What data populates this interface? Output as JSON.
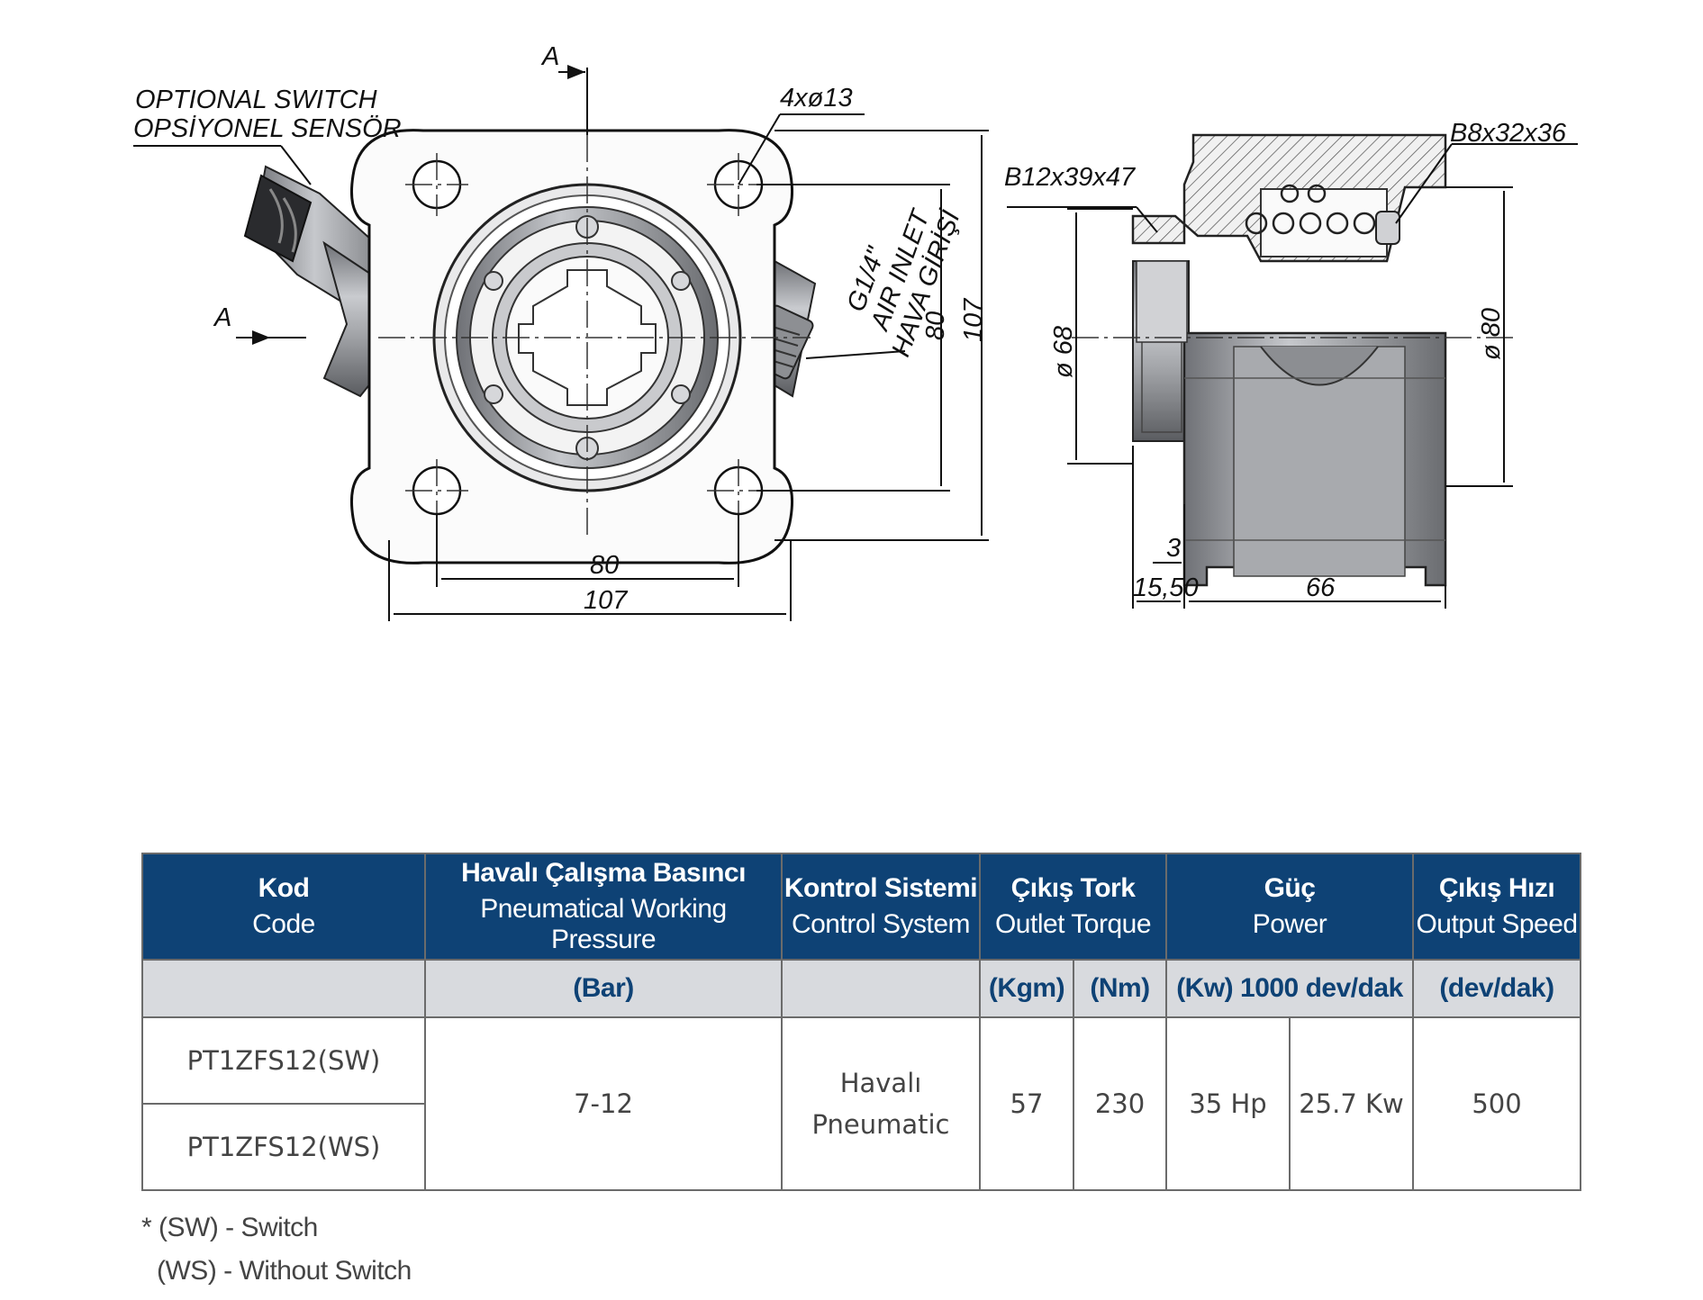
{
  "drawing": {
    "section_marker": "A",
    "switch_label_en": "OPTIONAL SWITCH",
    "switch_label_tr": "OPSİYONEL SENSÖR",
    "holes_label": "4xø13",
    "air_port_size": "G1/4\"",
    "air_inlet_en": "AIR INLET",
    "air_inlet_tr": "HAVA GİRİŞİ",
    "dim_hole_spacing": "80",
    "dim_flange_width": "107",
    "dim_bore_inner": "ø 68",
    "dim_bore_outer": "ø 80",
    "bearing_1": "B12x39x47",
    "bearing_2": "B8x32x36",
    "dim_gap": "3",
    "dim_offset": "15,50",
    "dim_length": "66",
    "colors": {
      "line": "#1a1a1a",
      "metal": "#9a9ca0",
      "metal_dark": "#5e6064"
    }
  },
  "table": {
    "headers": [
      {
        "tr": "Kod",
        "en": "Code"
      },
      {
        "tr": "Havalı Çalışma Basıncı",
        "en": "Pneumatical Working  Pressure"
      },
      {
        "tr": "Kontrol Sistemi",
        "en": "Control System"
      },
      {
        "tr": "Çıkış Tork",
        "en": "Outlet Torque"
      },
      {
        "tr": "Güç",
        "en": "Power"
      },
      {
        "tr": "Çıkış Hızı",
        "en": "Output Speed"
      }
    ],
    "units": {
      "pressure": "(Bar)",
      "torque_kgm": "(Kgm)",
      "torque_nm": "(Nm)",
      "power": "(Kw) 1000 dev/dak",
      "speed": "(dev/dak)"
    },
    "codes": [
      "PT1ZFS12(SW)",
      "PT1ZFS12(WS)"
    ],
    "values": {
      "pressure": "7-12",
      "control_tr": "Havalı",
      "control_en": "Pneumatic",
      "torque_kgm": "57",
      "torque_nm": "230",
      "power_hp": "35 Hp",
      "power_kw": "25.7 Kw",
      "speed": "500"
    },
    "colors": {
      "header_bg": "#0e4275",
      "units_bg": "#d8dade",
      "border": "#6b6b6b"
    }
  },
  "notes": [
    "* (SW) - Switch",
    "(WS) - Without Switch"
  ]
}
